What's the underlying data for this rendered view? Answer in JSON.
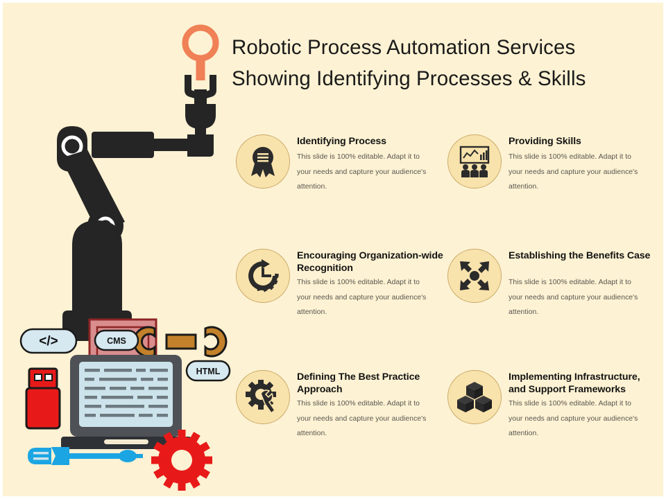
{
  "slide": {
    "title": "Robotic Process Automation Services\nShowing  Identifying Processes & Skills",
    "background_color": "#FDF2D3",
    "accent_circle_fill": "#F9E3AC",
    "accent_circle_border": "#C9A96A",
    "icon_color": "#2B2B2B",
    "heading_color": "#131313",
    "body_color": "#595550"
  },
  "body_text": "This slide is 100% editable. Adapt it to your needs and capture your audience's attention.",
  "items": [
    {
      "heading": "Identifying Process",
      "body": "This slide is 100% editable. Adapt it to your needs and capture your audience's attention.",
      "icon": "award-ribbon-icon",
      "title_lines": 1
    },
    {
      "heading": "Providing Skills",
      "body": "This slide is 100% editable. Adapt it to your needs and capture your audience's attention.",
      "icon": "training-presentation-icon",
      "title_lines": 1
    },
    {
      "heading": "Encouraging Organization-wide Recognition",
      "body": "This slide is 100% editable. Adapt it to your needs and capture your audience's attention.",
      "icon": "clock-refresh-icon",
      "title_lines": 3
    },
    {
      "heading": "Establishing the Benefits Case",
      "body": "This slide is 100% editable. Adapt it to your needs and capture your audience's attention.",
      "icon": "expand-arrows-icon",
      "title_lines": 2
    },
    {
      "heading": "Defining The Best Practice Approach",
      "body": "This slide is 100% editable. Adapt it to your needs and capture your audience's attention.",
      "icon": "gear-wrench-icon",
      "title_lines": 2
    },
    {
      "heading": "Implementing Infrastructure, and Support Frameworks",
      "body": "This slide is 100% editable. Adapt it to your needs and capture your audience's attention.",
      "icon": "cubes-blocks-icon",
      "title_lines": 2
    }
  ],
  "illustration": {
    "robot_arm": {
      "icon": "robotic-arm-icon",
      "body_color": "#252525",
      "joint_ring_color": "#FFFFFF",
      "held_tool": "magnifier-icon",
      "held_tool_color": "#F08055"
    },
    "laptop": {
      "icon": "laptop-code-icon",
      "bezel_color": "#4E5257",
      "screen_color": "#CDE3EC"
    },
    "usb_drive": {
      "icon": "usb-drive-icon",
      "color": "#E81A19"
    },
    "shield": {
      "icon": "shield-icon",
      "color": "#D98D8D"
    },
    "wrench": {
      "icon": "wrench-icon",
      "color": "#C2812A"
    },
    "screwdriver": {
      "icon": "screwdriver-icon",
      "color": "#1BA5E2"
    },
    "gear": {
      "icon": "gear-icon",
      "color": "#E81A19"
    },
    "tags": [
      {
        "label": "</>",
        "name": "code-tag-pill"
      },
      {
        "label": "CMS",
        "name": "cms-tag-pill"
      },
      {
        "label": "HTML",
        "name": "html-tag-pill"
      }
    ],
    "tag_fill": "#D6E8F0",
    "tag_border": "#1A1A1A"
  }
}
